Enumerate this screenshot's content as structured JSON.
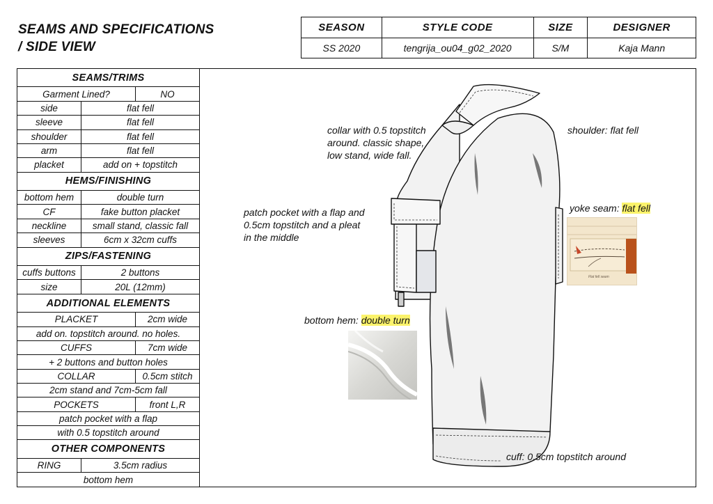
{
  "title": {
    "line1": "SEAMS AND SPECIFICATIONS",
    "line2": "/ SIDE VIEW"
  },
  "header": {
    "labels": [
      "SEASON",
      "STYLE CODE",
      "SIZE",
      "DESIGNER"
    ],
    "values": [
      "SS 2020",
      "tengrija_ou04_g02_2020",
      "S/M",
      "Kaja Mann"
    ]
  },
  "specs": {
    "seams_trims": {
      "heading": "SEAMS/TRIMS",
      "lined": {
        "label": "Garment Lined?",
        "value": "NO"
      },
      "rows": [
        {
          "label": "side",
          "value": "flat fell"
        },
        {
          "label": "sleeve",
          "value": "flat fell"
        },
        {
          "label": "shoulder",
          "value": "flat fell"
        },
        {
          "label": "arm",
          "value": "flat fell"
        },
        {
          "label": "placket",
          "value": "add on + topstitch"
        }
      ]
    },
    "hems": {
      "heading": "HEMS/FINISHING",
      "rows": [
        {
          "label": "bottom hem",
          "value": "double turn"
        },
        {
          "label": "CF",
          "value": "fake button placket"
        },
        {
          "label": "neckline",
          "value": "small stand, classic fall"
        },
        {
          "label": "sleeves",
          "value": "6cm x 32cm cuffs"
        }
      ]
    },
    "zips": {
      "heading": "ZIPS/FASTENING",
      "rows": [
        {
          "label": "cuffs buttons",
          "value": "2 buttons"
        },
        {
          "label": "size",
          "value": "20L (12mm)"
        }
      ]
    },
    "additional": {
      "heading": "ADDITIONAL ELEMENTS",
      "placket": {
        "label": "PLACKET",
        "value": "2cm wide",
        "note": "add on. topstitch around. no holes."
      },
      "cuffs": {
        "label": "CUFFS",
        "value": "7cm wide",
        "note": "+ 2 buttons and button holes"
      },
      "collar": {
        "label": "COLLAR",
        "value": "0.5cm stitch",
        "note": "2cm stand and 7cm-5cm fall"
      },
      "pockets": {
        "label": "POCKETS",
        "value": "front L,R",
        "note1": "patch pocket with a flap",
        "note2": "with 0.5 topstitch around"
      }
    },
    "other": {
      "heading": "OTHER COMPONENTS",
      "ring": {
        "label": "RING",
        "value": "3.5cm radius"
      },
      "note": "bottom hem"
    }
  },
  "annotations": {
    "collar": [
      "collar with 0.5 topstitch",
      "around. classic shape,",
      "low stand, wide fall."
    ],
    "shoulder": "shoulder: flat fell",
    "pocket": [
      "patch pocket with a flap and",
      "0.5cm topstitch and a pleat",
      "in the middle"
    ],
    "yoke_prefix": "yoke seam: ",
    "yoke_hl": "flat fell",
    "hem_prefix": "bottom hem: ",
    "hem_hl": "double turn",
    "cuff": "cuff: 0.5cm topstitch around",
    "photo_caption": "Flat fell seam"
  },
  "colors": {
    "highlight": "#fbf36b",
    "line": "#111111",
    "garment": "#f2f2f2"
  }
}
